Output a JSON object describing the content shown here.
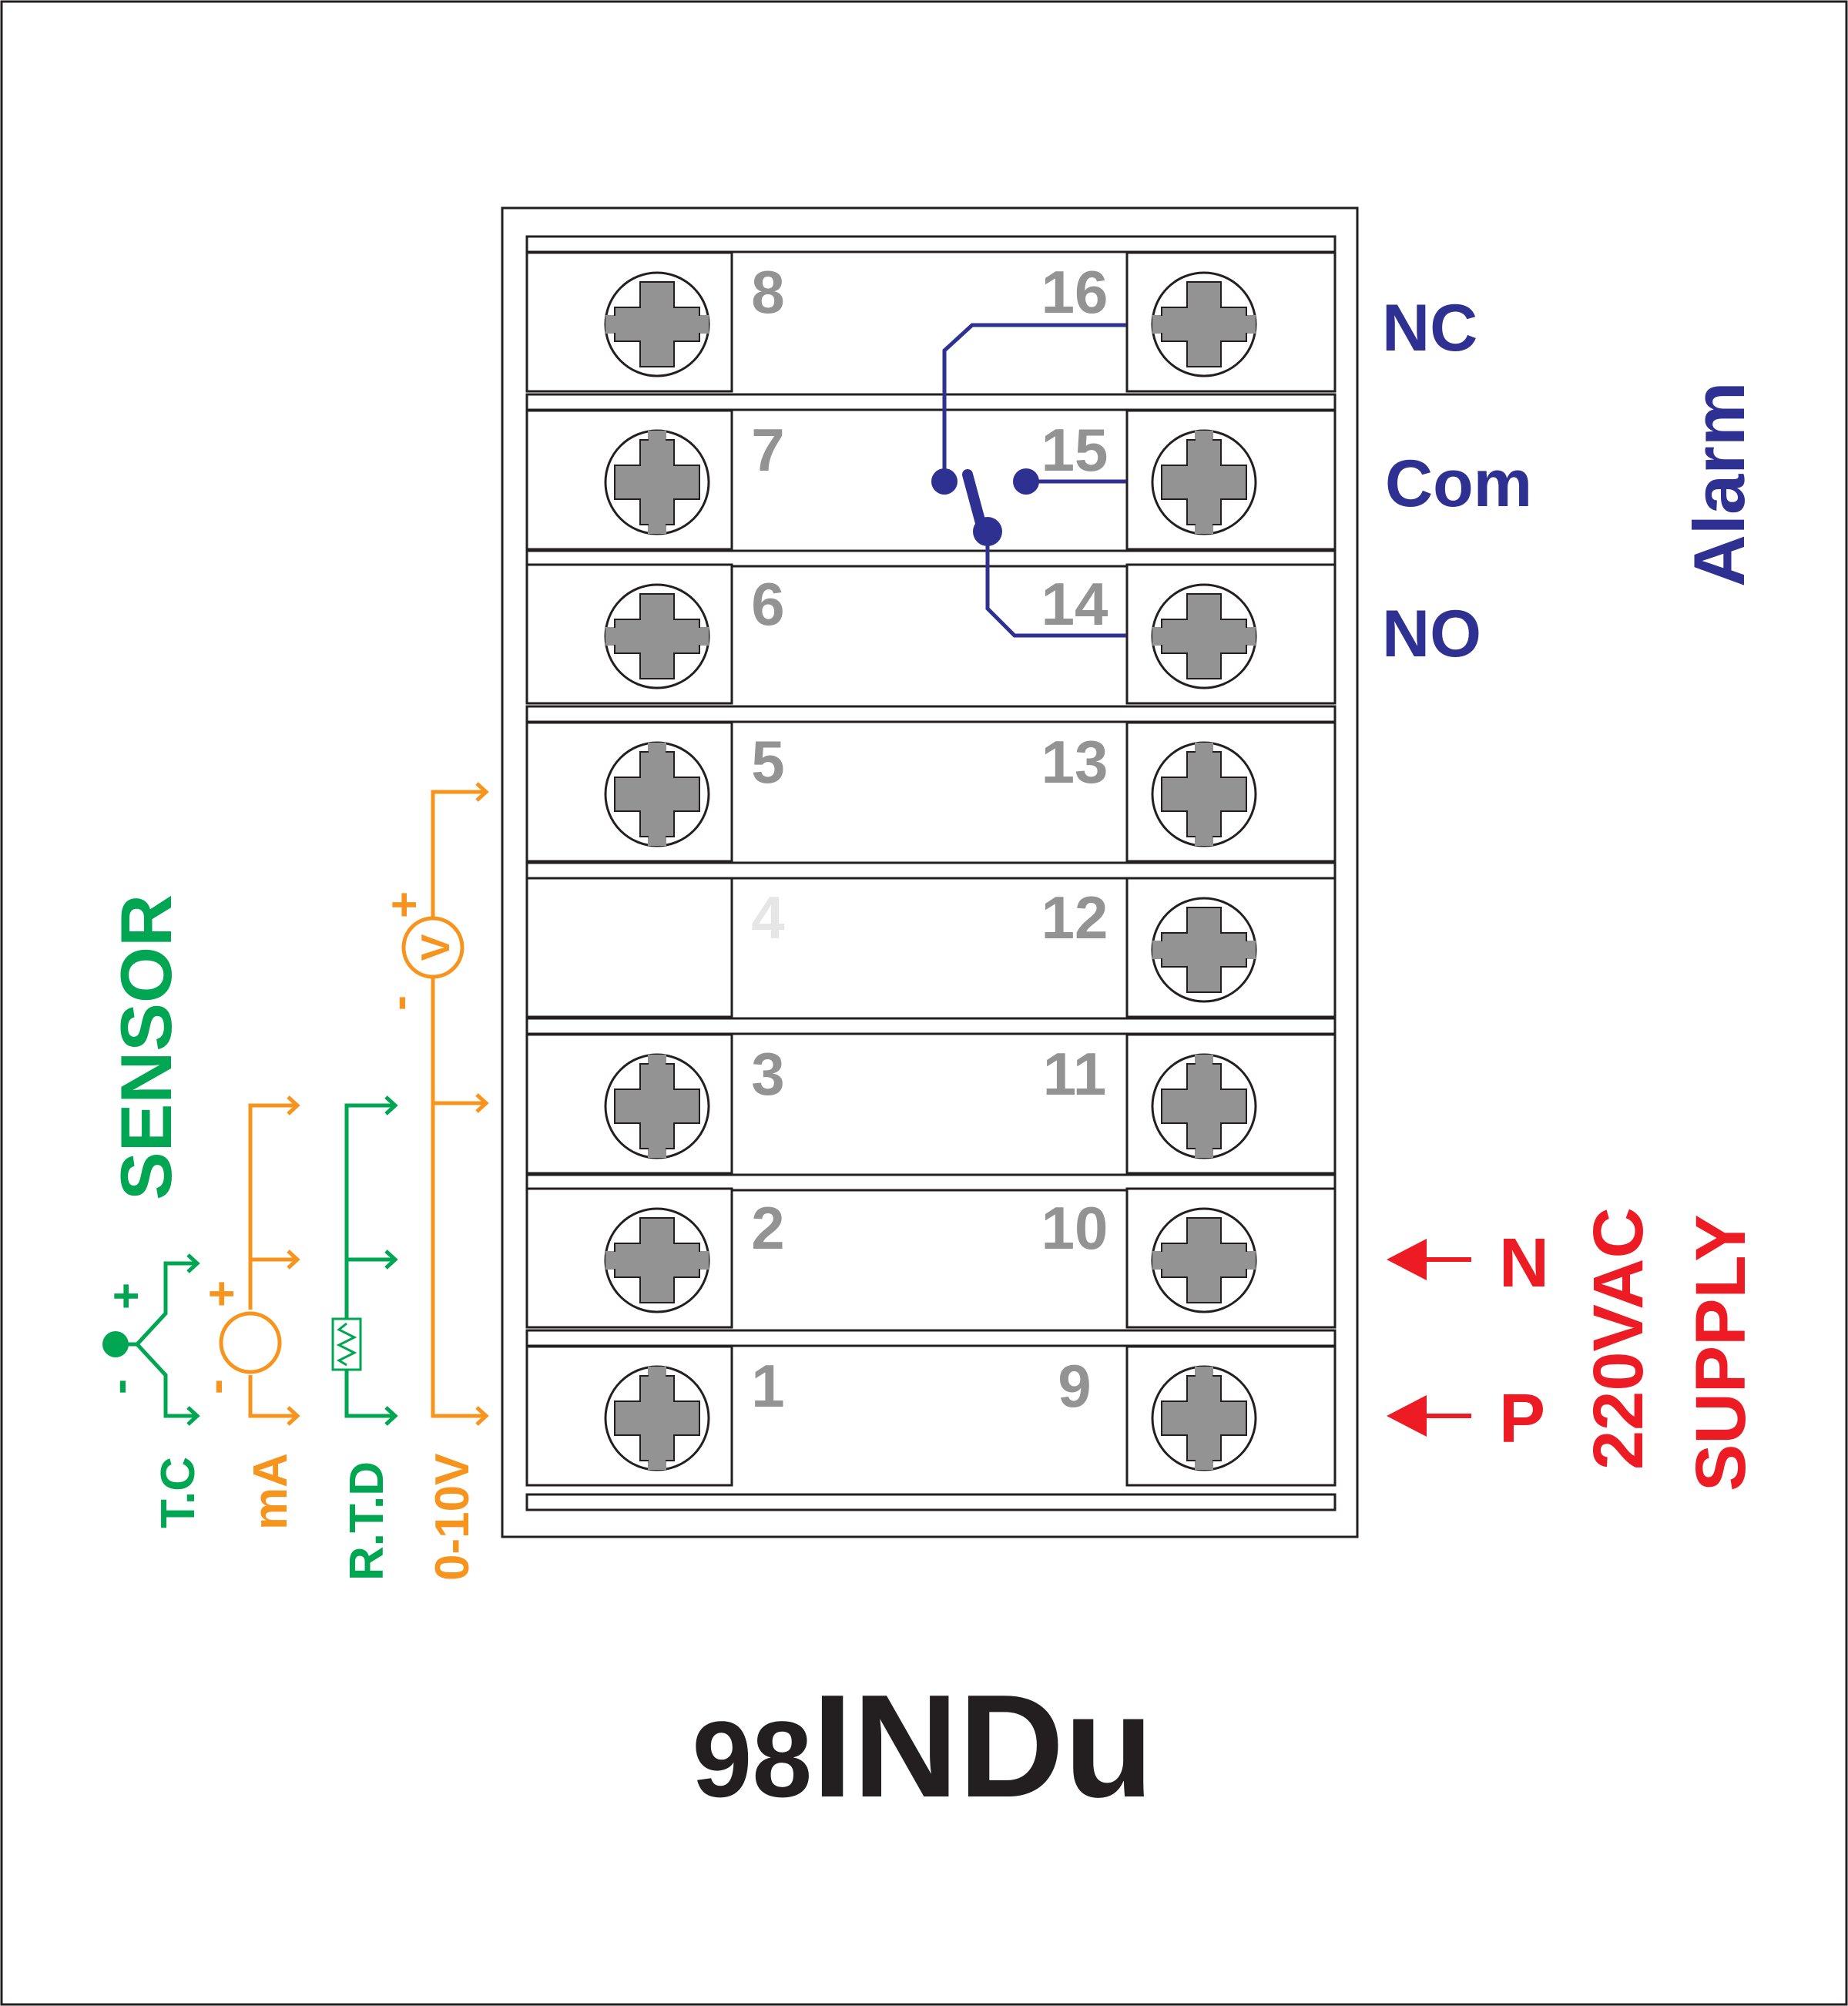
{
  "model": {
    "prefix": "98",
    "name": "INDu"
  },
  "colors": {
    "background": "#ffffff",
    "outline": "#231f20",
    "screw_fill": "#939393",
    "terminal_number": "#939393",
    "terminal_number_unused": "#e6e6e6",
    "sensor_green": "#00a651",
    "analog_orange": "#f7941d",
    "alarm_navy": "#2e3192",
    "supply_red": "#ed1c24",
    "model_text": "#231f20"
  },
  "terminals_left": [
    {
      "number": "8",
      "screw": "h"
    },
    {
      "number": "7",
      "screw": "v"
    },
    {
      "number": "6",
      "screw": "h"
    },
    {
      "number": "5",
      "screw": "v"
    },
    {
      "number": "4",
      "screw": "none"
    },
    {
      "number": "3",
      "screw": "v"
    },
    {
      "number": "2",
      "screw": "h"
    },
    {
      "number": "1",
      "screw": "v"
    }
  ],
  "terminals_right": [
    {
      "number": "16",
      "screw": "h"
    },
    {
      "number": "15",
      "screw": "v"
    },
    {
      "number": "14",
      "screw": "h"
    },
    {
      "number": "13",
      "screw": "v"
    },
    {
      "number": "12",
      "screw": "h"
    },
    {
      "number": "11",
      "screw": "v"
    },
    {
      "number": "10",
      "screw": "h"
    },
    {
      "number": "9",
      "screw": "v"
    }
  ],
  "alarm": {
    "title": "Alarm",
    "nc": "NC",
    "com": "Com",
    "no": "NO"
  },
  "supply": {
    "line1": "220VAC",
    "line2": "SUPPLY",
    "n": "N",
    "p": "P"
  },
  "sensor": {
    "title": "SENSOR",
    "tc": "T.C",
    "ma": "mA",
    "rtd": "R.T.D",
    "v010": "0-10V",
    "voltmeter": "V",
    "plus": "+",
    "minus": "-"
  }
}
